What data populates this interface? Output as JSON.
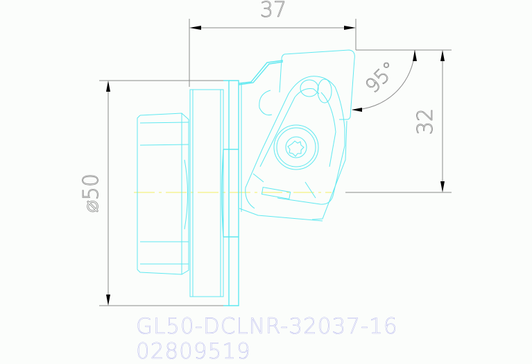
{
  "drawing": {
    "part_number": "GL50-DCLNR-32037-16",
    "article_number": "02809519",
    "dimensions": {
      "length": "37",
      "height": "32",
      "diameter": "⌀50",
      "angle": "95°"
    },
    "colors": {
      "background": "#fbfdfb",
      "geometry": "#5fe8f0",
      "dimension": "#8a8a8a",
      "centerline": "#f0f060",
      "label": "#8a8ae6"
    }
  }
}
